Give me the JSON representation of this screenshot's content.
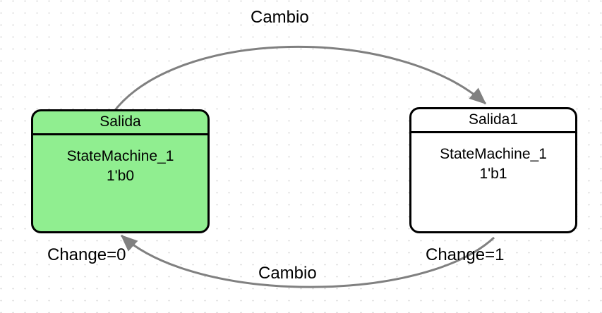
{
  "diagram": {
    "type": "state-machine",
    "background": "#ffffff",
    "grid_dot_color": "#d2d2d2",
    "edge_color": "#808080",
    "node_border_color": "#000000",
    "active_fill_color": "#90ee90",
    "states": [
      {
        "id": "salida",
        "title": "Salida",
        "body_lines": [
          "StateMachine_1",
          "1'b0"
        ],
        "active": true
      },
      {
        "id": "salida1",
        "title": "Salida1",
        "body_lines": [
          "StateMachine_1",
          "1'b1"
        ],
        "active": false
      }
    ],
    "transitions": [
      {
        "id": "salida-to-salida1",
        "label": "Cambio",
        "guard": "Change=0",
        "from": "salida",
        "to": "salida1",
        "position": "top"
      },
      {
        "id": "salida1-to-salida",
        "label": "Cambio",
        "guard": "Change=1",
        "from": "salida1",
        "to": "salida",
        "position": "bottom"
      }
    ]
  }
}
